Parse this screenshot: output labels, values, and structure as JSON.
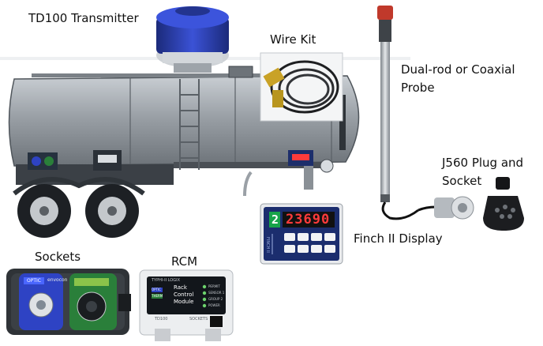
{
  "labels": {
    "transmitter": "TD100 Transmitter",
    "wire_kit": "Wire Kit",
    "probe_line1": "Dual-rod or Coaxial",
    "probe_line2": "Probe",
    "plug_line1": "J560 Plug and",
    "plug_line2": "Socket",
    "finch_display": "Finch II Display",
    "sockets": "Sockets",
    "rcm": "RCM"
  },
  "finch_device": {
    "channel": "2",
    "reading": "23690",
    "side_text": "FINCH II",
    "keys": [
      "",
      "",
      "",
      "",
      "",
      "",
      "",
      ""
    ]
  },
  "rcm_device": {
    "brand": "TYPHI-II LOGIX",
    "title_line1": "Rack",
    "title_line2": "Control",
    "title_line3": "Module",
    "leds": [
      "PERMIT",
      "SENSOR 1",
      "GROUP 2",
      "POWER"
    ],
    "footer_left": "TD100",
    "footer_right": "SOCKETS",
    "badge1": "OPTIC",
    "badge2": "THERM"
  },
  "sockets_device": {
    "badge": "OPTIC",
    "brand": "envocon"
  },
  "colors": {
    "tank_body": "#9aa0a6",
    "tank_dark": "#5f646a",
    "transmitter_blue": "#2a3fb8",
    "socket_blue": "#2e43c4",
    "socket_green": "#2a7f3a",
    "display_red": "#ff3b3b",
    "display_case": "#e8eaed"
  }
}
